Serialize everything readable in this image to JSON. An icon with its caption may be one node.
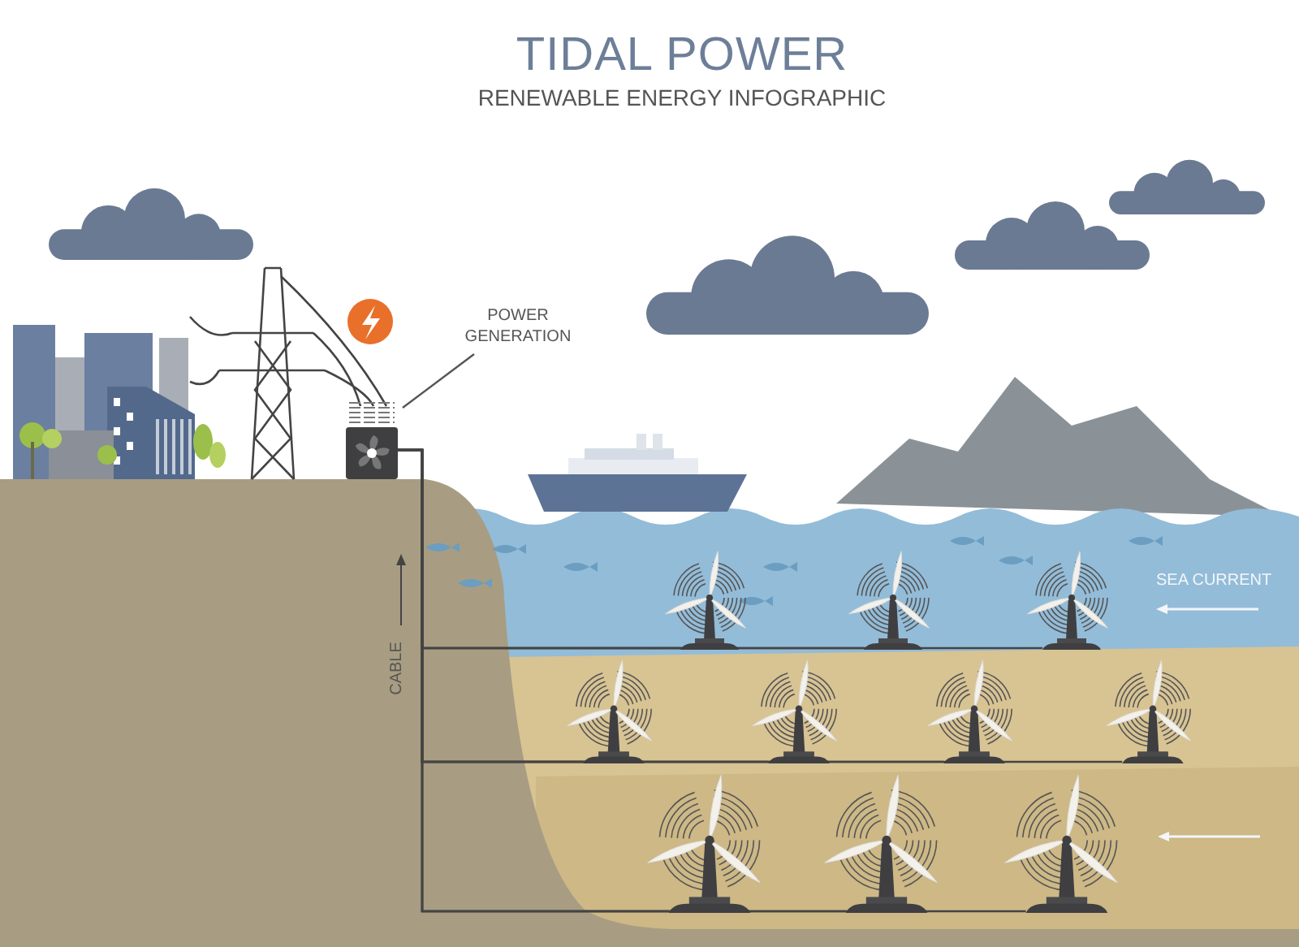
{
  "diagram": {
    "title": "TIDAL POWER",
    "nodes": [
      {
        "text": [
          "POWER GENERATION"
        ]
      },
      {
        "text": [],
        "shape": "picture"
      },
      {
        "text": [],
        "shape": "turbine"
      },
      {
        "text": [],
        "shape": "turbine"
      },
      {
        "text": [],
        "shape": "turbine"
      },
      {
        "text": [],
        "shape": "turbine"
      },
      {
        "text": [],
        "shape": "turbine"
      },
      {
        "text": [],
        "shape": "turbine"
      },
      {
        "text": [],
        "shape": "turbine"
      },
      {
        "text": [],
        "shape": "turbine"
      },
      {
        "text": [],
        "shape": "turbine"
      },
      {
        "text": [],
        "shape": "turbine"
      }
    ],
    "edges": [
      {
        "from": 0,
        "to": 1,
        "arrow": "none"
      },
      {
        "from": 1,
        "to": 2,
        "arrow": "none"
      },
      {
        "from": 1,
        "to": 3,
        "arrow": "none"
      },
      {
        "from": 1,
        "to": 4,
        "arrow": "none"
      },
      {
        "from": 1,
        "to": 5,
        "arrow": "none"
      },
      {
        "from": 1,
        "to": 6,
        "arrow": "none"
      },
      {
        "from": 1,
        "to": 7,
        "arrow": "none"
      },
      {
        "from": 1,
        "to": 8,
        "arrow": "none"
      },
      {
        "from": 1,
        "to": 9,
        "arrow": "none"
      },
      {
        "from": 1,
        "to": 10,
        "arrow": "none"
      },
      {
        "from": 1,
        "to": 11,
        "arrow": "none"
      }
    ],
    "labels": [
      "RENEWABLE ENERGY INFOGRAPHIC",
      "CABLE",
      "SEA CURRENT"
    ]
  }
}
